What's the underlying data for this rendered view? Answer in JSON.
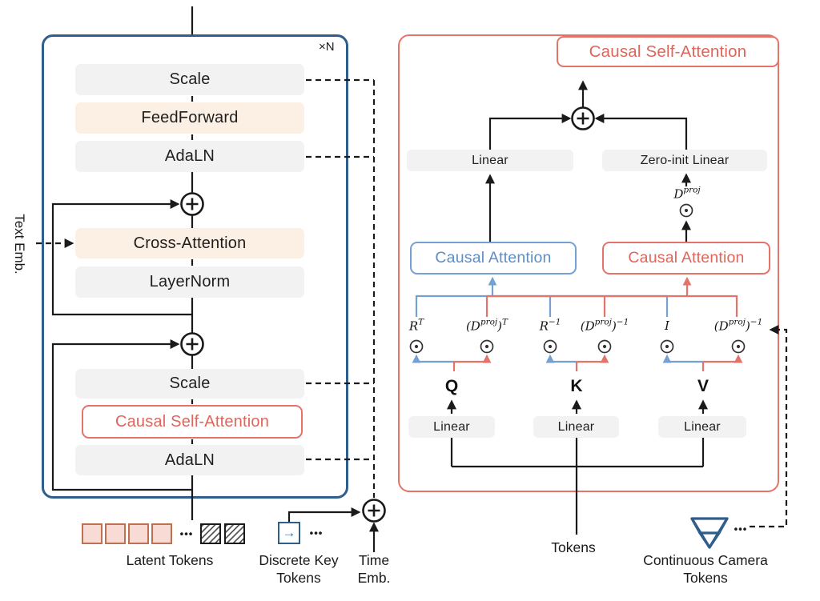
{
  "left_panel": {
    "repeat_badge": "×N",
    "scale_top": "Scale",
    "feedforward": "FeedForward",
    "adaln_top": "AdaLN",
    "cross_attention": "Cross-Attention",
    "layernorm": "LayerNorm",
    "scale_bottom": "Scale",
    "causal_self_attention": "Causal Self-Attention",
    "adaln_bottom": "AdaLN",
    "text_emb_label": "Text Emb."
  },
  "right_panel": {
    "title": "Causal Self-Attention",
    "linear_top": "Linear",
    "zero_init_linear": "Zero-init Linear",
    "causal_attention_blue": "Causal Attention",
    "causal_attention_red": "Causal Attention",
    "dproj": {
      "p0": "D",
      "s0": "proj"
    },
    "math_row": [
      {
        "p0": "R",
        "s0": "T"
      },
      {
        "p0": "(D",
        "s0": "proj",
        "p1": ")",
        "s1": "T"
      },
      {
        "p0": "R",
        "s0": "−1"
      },
      {
        "p0": "(D",
        "s0": "proj",
        "p1": ")",
        "s1": "−1"
      },
      {
        "p0": "I"
      },
      {
        "p0": "(D",
        "s0": "proj",
        "p1": ")",
        "s1": "−1"
      }
    ],
    "q": "Q",
    "k": "K",
    "v": "V",
    "linear_q": "Linear",
    "linear_k": "Linear",
    "linear_v": "Linear",
    "tokens_label": "Tokens"
  },
  "bottom_row": {
    "latent_tokens_label": "Latent Tokens",
    "discrete_key_line1": "Discrete Key",
    "discrete_key_line2": "Tokens",
    "discrete_token_arrow": "→",
    "time_line1": "Time",
    "time_line2": "Emb.",
    "camera_line1": "Continuous Camera",
    "camera_line2": "Tokens",
    "ellipsis": "•••"
  },
  "symbols": {
    "odot": "⊙",
    "plus": "+"
  },
  "colors": {
    "panel_blue": "#2f5d8c",
    "panel_red": "#e4736a",
    "attention_blue": "#74a0d2",
    "box_gray": "#f2f2f2",
    "box_peach": "#fcefe4",
    "latent_fill": "#f8dbd5",
    "latent_border": "#bf7050"
  }
}
